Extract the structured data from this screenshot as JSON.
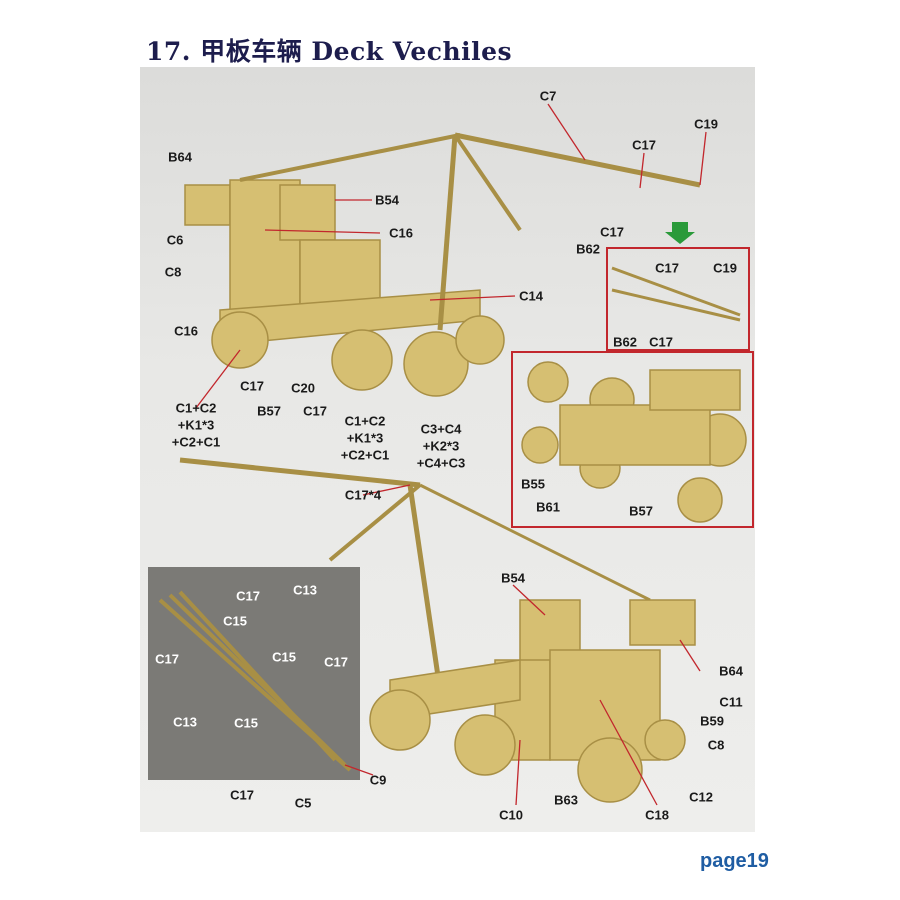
{
  "title": "17. 甲板车辆 Deck Vechiles",
  "page_label": "page19",
  "colors": {
    "title": "#1d1d4d",
    "leader": "#c2272d",
    "brass": "#d9c27a",
    "page_label": "#1f5da3",
    "arrow": "#2a9a3a"
  },
  "icons": {
    "arrow": "green-down-arrow"
  },
  "labels": {
    "top": [
      "C7",
      "C17",
      "C19",
      "B64",
      "B54",
      "C16",
      "C6",
      "C17",
      "B62",
      "C8",
      "C14",
      "C16",
      "C17",
      "C20",
      "B57",
      "C17",
      "C1+C2\n+K1*3\n+C2+C1",
      "C1+C2\n+K1*3\n+C2+C1",
      "C3+C4\n+K2*3\n+C4+C3"
    ],
    "inset_boom": [
      "C17",
      "C19",
      "B62",
      "C17"
    ],
    "inset_under": [
      "B55",
      "B61",
      "B57"
    ],
    "bottom": [
      "C17*4",
      "B54",
      "B64",
      "C11",
      "B59",
      "C8",
      "C12",
      "C18",
      "C10",
      "B63",
      "C9",
      "C17",
      "C5"
    ],
    "inset_rods": [
      "C17",
      "C13",
      "C15",
      "C17",
      "C15",
      "C17",
      "C13",
      "C15"
    ]
  }
}
